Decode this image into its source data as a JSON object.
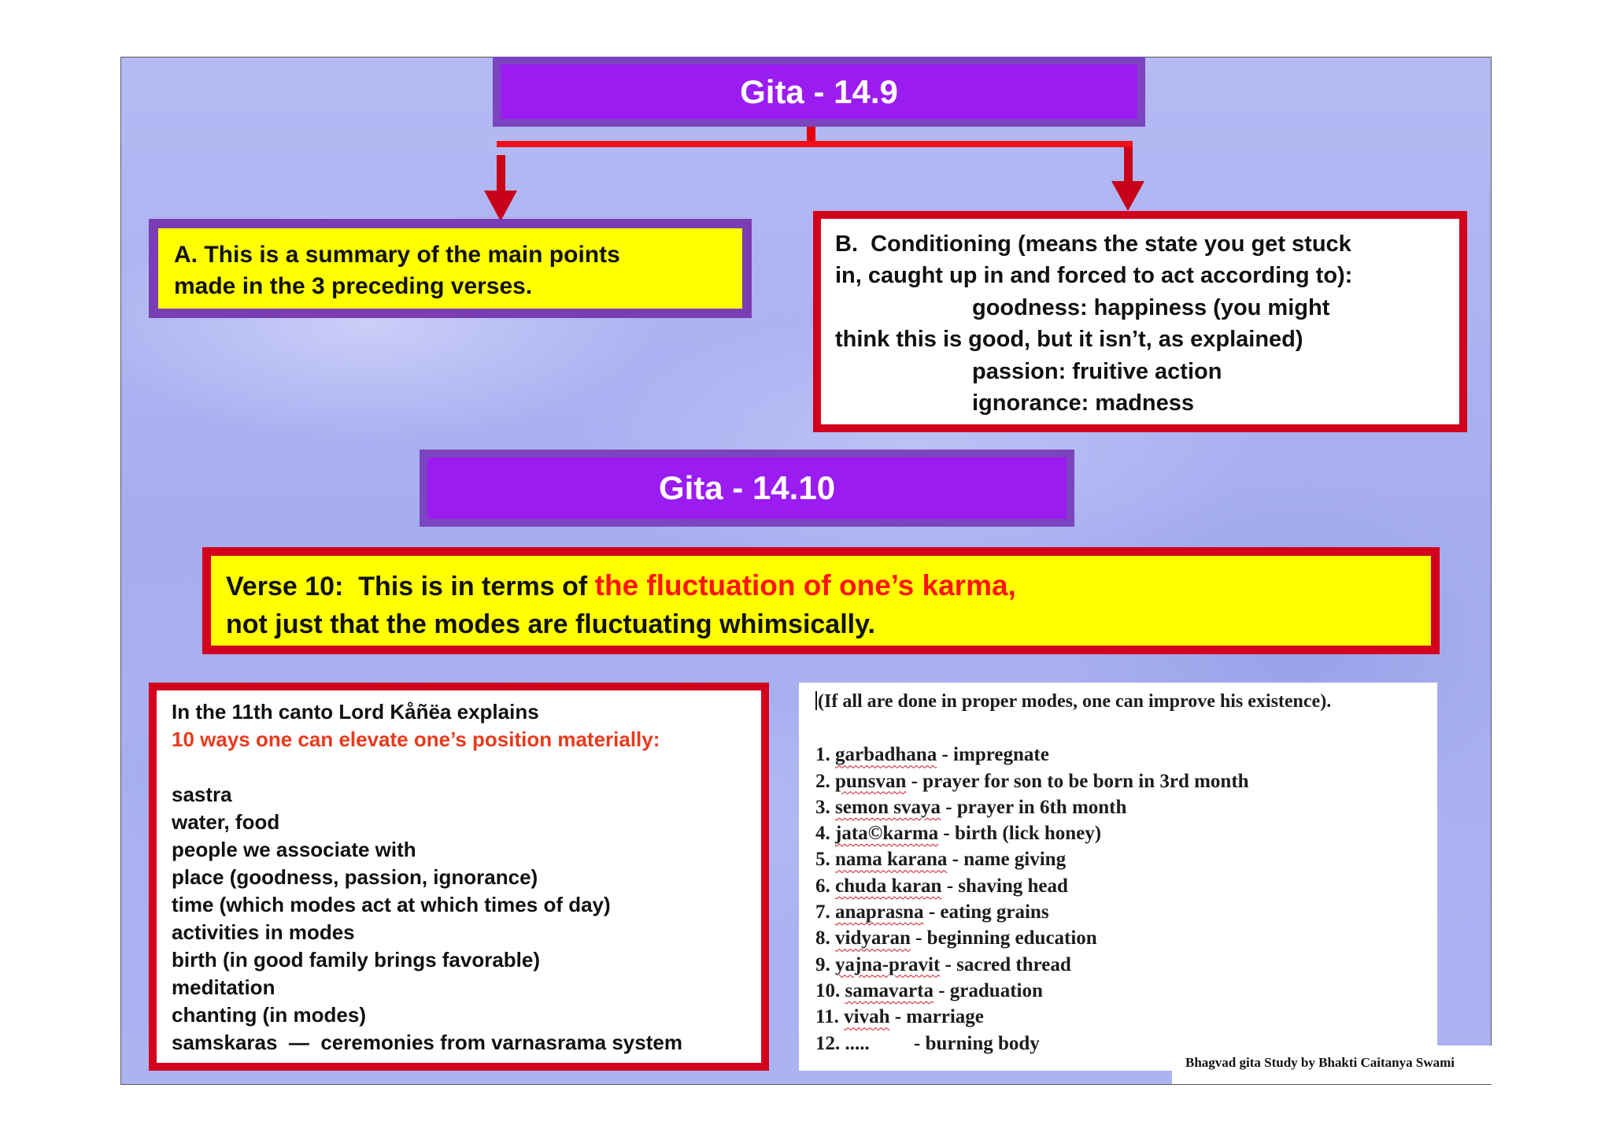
{
  "slide": {
    "title_top": "Gita - 14.9",
    "title_mid": "Gita - 14.10",
    "box_a": {
      "lines": [
        "A. This is a summary of the main points",
        "made in the 3 preceding verses."
      ]
    },
    "box_b": {
      "lines": [
        "B.  Conditioning (means the state you get stuck",
        "in, caught up in and forced to act according to):",
        "goodness: happiness (you might",
        "think this is good, but it isn’t, as explained)",
        "passion: fruitive action",
        "ignorance: madness"
      ]
    },
    "verse": {
      "lead": "Verse 10:  This is in terms of ",
      "highlight": "the fluctuation of one’s karma,",
      "line2": "not just that the modes are fluctuating whimsically."
    },
    "elevation": {
      "intro": "In the 11th canto Lord Kåñëa explains",
      "subtitle": "10 ways one can elevate one’s position materially:",
      "items": [
        "sastra",
        "water, food",
        "people we associate with",
        "place (goodness, passion, ignorance)",
        "time (which modes act at which times of day)",
        "activities in modes",
        "birth (in good family brings favorable)",
        "meditation",
        "chanting (in modes)",
        "samskaras  —  ceremonies from varnasrama system"
      ]
    },
    "samskaras": {
      "header": "(If all are done in proper modes, one can improve his existence).",
      "items": [
        {
          "num": "1.",
          "term": "garbadhana",
          "desc": "- impregnate"
        },
        {
          "num": "2.",
          "term": "punsvan",
          "desc": "- prayer for son to be born in 3rd month"
        },
        {
          "num": "3.",
          "term": "semon svaya",
          "desc": "- prayer in 6th month"
        },
        {
          "num": "4.",
          "term": "jata©karma",
          "desc": "- birth (lick honey)"
        },
        {
          "num": "5.",
          "term": "nama karana",
          "desc": "- name giving"
        },
        {
          "num": "6.",
          "term": "chuda karan",
          "desc": "- shaving head"
        },
        {
          "num": "7.",
          "term": "anaprasna",
          "desc": "- eating grains"
        },
        {
          "num": "8.",
          "term": "vidyaran",
          "desc": "- beginning education"
        },
        {
          "num": "9.",
          "term": "yajna-pravit",
          "desc": "- sacred thread"
        },
        {
          "num": "10.",
          "term": "samavarta",
          "desc": "- graduation"
        },
        {
          "num": "11.",
          "term": "vivah",
          "desc": "- marriage"
        },
        {
          "num": "12.",
          "term": ".....",
          "desc": "- burning body"
        }
      ]
    },
    "attribution": "Bhagvad gita Study by Bhakti Caitanya Swami"
  },
  "colors": {
    "title_fill": "#9b1cf0",
    "title_border": "#7d44bf",
    "box_red": "#d2001c",
    "highlight_red": "#ff1414",
    "subtitle_red": "#e83a1c",
    "yellow": "#ffff00",
    "background": "#a6aef0"
  }
}
